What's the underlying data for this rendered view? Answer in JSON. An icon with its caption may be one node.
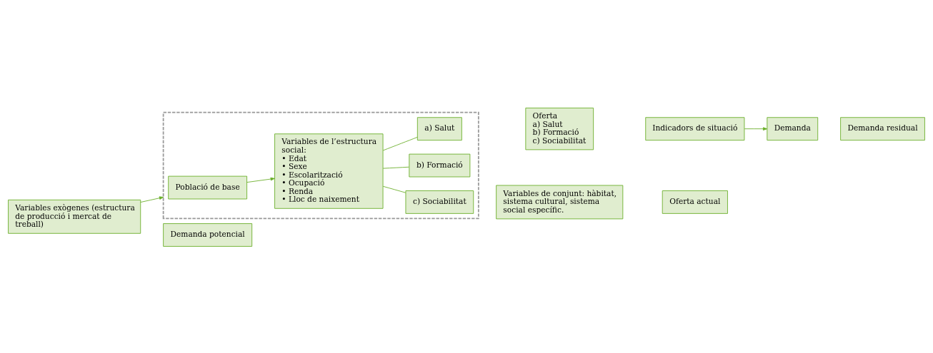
{
  "diagram": {
    "nodes": [
      {
        "text": [
          "Variables exògenes (estructura de producció i mercat de treball)"
        ]
      },
      {
        "text": [],
        "shape": "box"
      },
      {
        "text": [
          "Població de base"
        ],
        "in": 1
      },
      {
        "text": [
          "Variables de l’estructura social:",
          "• Edat",
          "• Sexe",
          "• Escolarització",
          "• Ocupació",
          "• Renda",
          "• Lloc de naixement"
        ],
        "in": 1
      },
      {
        "text": [
          "a) Salut"
        ],
        "in": 1
      },
      {
        "text": [
          "b) Formació"
        ],
        "in": 1
      },
      {
        "text": [
          "c) Sociabilitat"
        ],
        "in": 1
      },
      {
        "text": [
          "Oferta",
          "a) Salut",
          "b) Formació",
          "c) Sociabilitat"
        ]
      },
      {
        "text": [
          "Indicadors de situació"
        ]
      },
      {
        "text": [
          "Demanda"
        ]
      },
      {
        "text": [
          "Variables de conjunt: hàbitat, sistema cultural, sistema social específic."
        ]
      },
      {
        "text": [
          "Demanda potencial"
        ]
      },
      {
        "text": [
          "Oferta actual"
        ]
      },
      {
        "text": [
          "Demanda residual"
        ]
      }
    ],
    "edges": [
      {
        "from": 0,
        "to": 1,
        "arrow": "to"
      },
      {
        "from": 2,
        "to": 3,
        "arrow": "to"
      },
      {
        "from": 3,
        "to": 4,
        "arrow": "none"
      },
      {
        "from": 3,
        "to": 5,
        "arrow": "none"
      },
      {
        "from": 3,
        "to": 6,
        "arrow": "none"
      },
      {
        "from": 8,
        "to": 9,
        "arrow": "to"
      }
    ]
  }
}
